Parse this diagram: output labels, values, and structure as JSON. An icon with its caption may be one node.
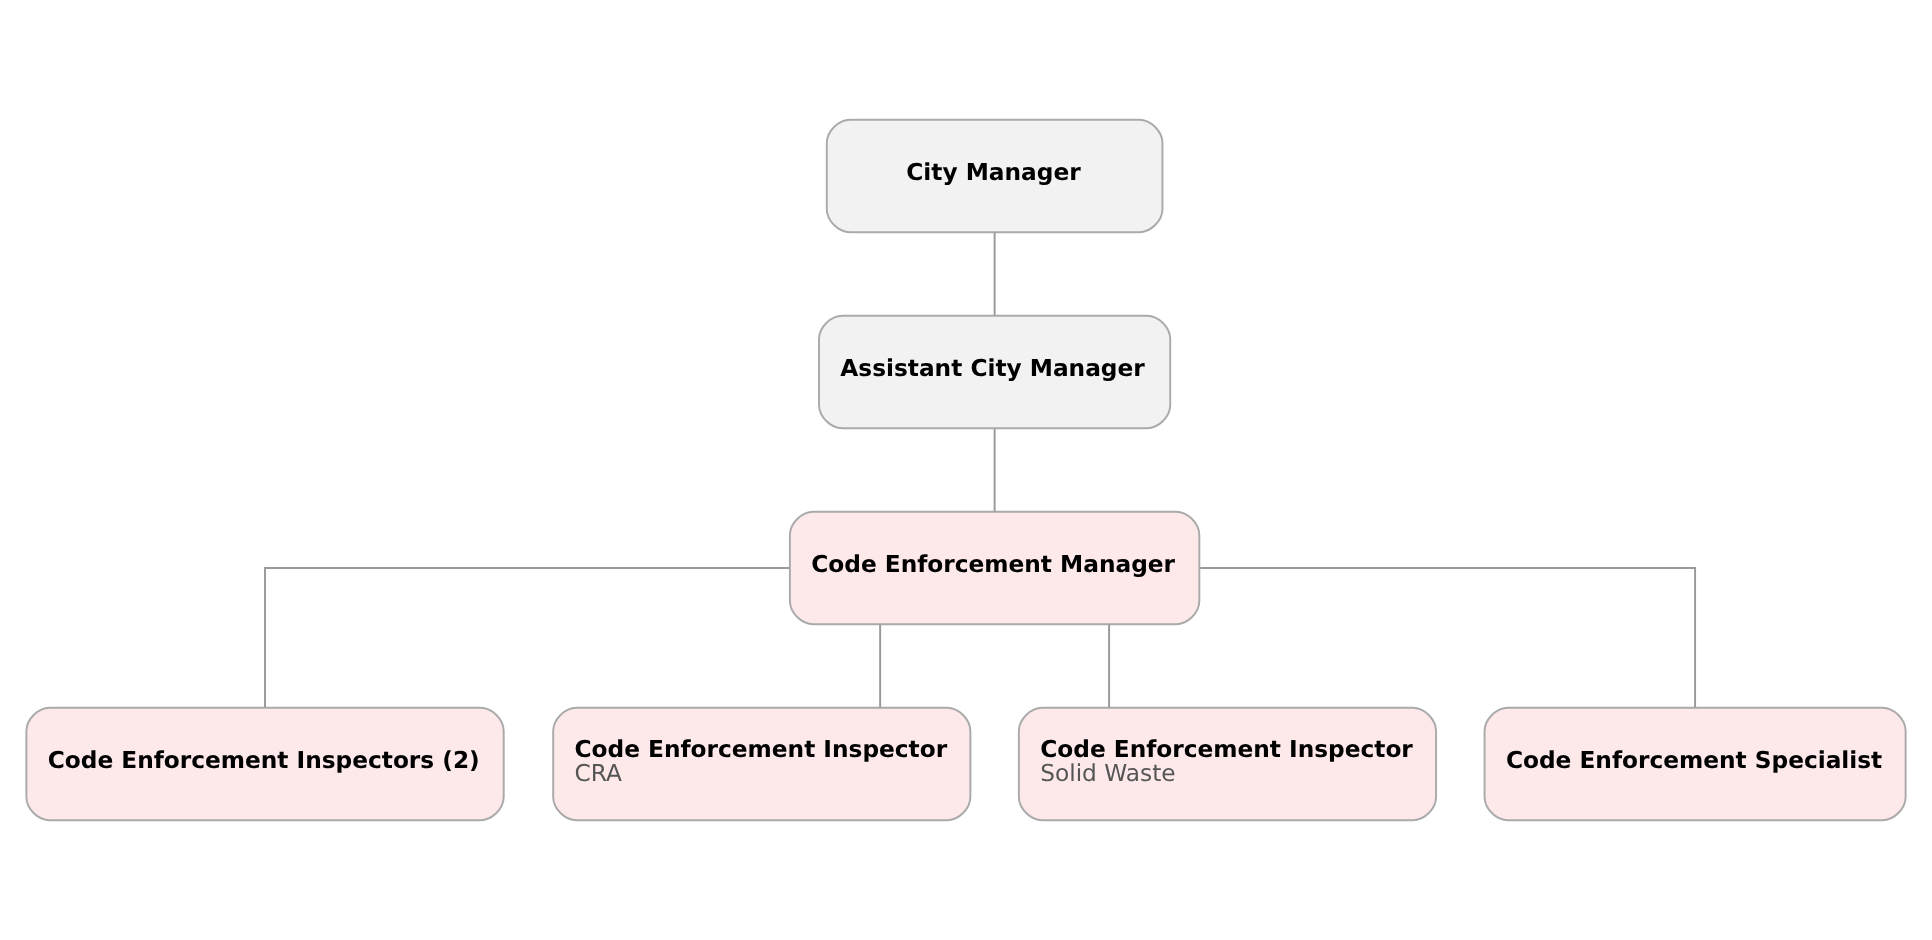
{
  "diagram": {
    "nodes": [
      {
        "text": [
          "City Manager"
        ]
      },
      {
        "text": [
          "Assistant City Manager"
        ]
      },
      {
        "text": [
          "Code Enforcement Manager"
        ]
      },
      {
        "text": [
          "Code Enforcement Inspectors (2)"
        ]
      },
      {
        "text": [
          "Code Enforcement Inspector",
          "CRA"
        ]
      },
      {
        "text": [
          "Code Enforcement Inspector",
          "Solid Waste"
        ]
      },
      {
        "text": [
          "Code Enforcement Specialist"
        ]
      }
    ],
    "edges": [
      {
        "from": 0,
        "to": 1,
        "arrow": "none"
      },
      {
        "from": 1,
        "to": 2,
        "arrow": "none"
      },
      {
        "from": 2,
        "to": 3,
        "arrow": "none"
      },
      {
        "from": 2,
        "to": 4,
        "arrow": "none"
      },
      {
        "from": 2,
        "to": 5,
        "arrow": "none"
      },
      {
        "from": 2,
        "to": 6,
        "arrow": "none"
      }
    ]
  }
}
